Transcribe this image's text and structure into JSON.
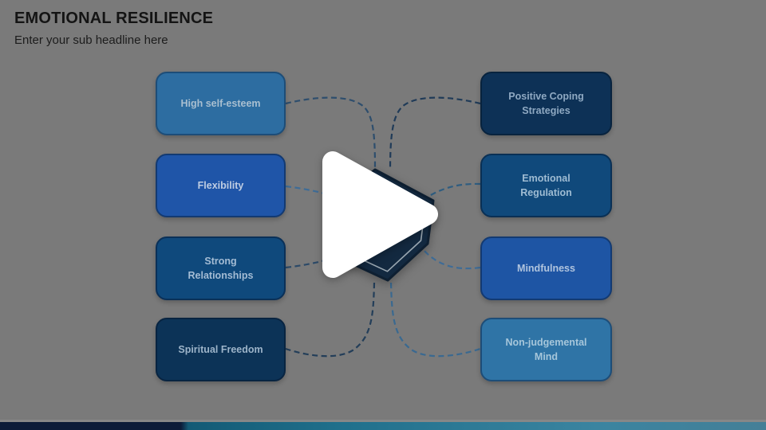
{
  "header": {
    "title": "EMOTIONAL RESILIENCE",
    "subtitle": "Enter your sub headline here"
  },
  "video": {
    "play_icon": "play-icon",
    "state": "paused",
    "overlay_dim": "#7a7a7a"
  },
  "diagram": {
    "left_items": [
      {
        "label": "High self-esteem",
        "fill": "#2d6da1",
        "border": "#1d4d78",
        "text_color": "#a9bfd0"
      },
      {
        "label": "Flexibility",
        "fill": "#1f55a8",
        "border": "#133a72",
        "text_color": "#bfcde2"
      },
      {
        "label": "Strong Relationships",
        "fill": "#0f497c",
        "border": "#0a3058",
        "text_color": "#a4bcd4"
      },
      {
        "label": "Spiritual Freedom",
        "fill": "#0c3357",
        "border": "#082441",
        "text_color": "#9db4c9"
      }
    ],
    "right_items": [
      {
        "label": "Positive Coping Strategies",
        "fill": "#0d3156",
        "border": "#08233e",
        "text_color": "#8fa9c2"
      },
      {
        "label": "Emotional Regulation",
        "fill": "#10497b",
        "border": "#0a3055",
        "text_color": "#9fbcd3"
      },
      {
        "label": "Mindfulness",
        "fill": "#1e55a4",
        "border": "#133a72",
        "text_color": "#b0c4de"
      },
      {
        "label": "Non-judgemental Mind",
        "fill": "#2f74a6",
        "border": "#1d4d78",
        "text_color": "#a6c6da"
      }
    ],
    "hexagon": {
      "fill": "#132940",
      "edge": "#0e1f31",
      "inner_stroke": "#9aa7b1"
    },
    "connectors": [
      {
        "from": "High self-esteem",
        "color": "#2e4e6d"
      },
      {
        "from": "Positive Coping Strategies",
        "color": "#203b58"
      },
      {
        "from": "Flexibility",
        "color": "#3f6c96"
      },
      {
        "from": "Emotional Regulation",
        "color": "#2f5d80"
      },
      {
        "from": "Strong Relationships",
        "color": "#2c4a68"
      },
      {
        "from": "Mindfulness",
        "color": "#3f6c96"
      },
      {
        "from": "Spiritual Freedom",
        "color": "#233e59"
      },
      {
        "from": "Non-judgemental Mind",
        "color": "#3a6990"
      }
    ]
  },
  "footer": {
    "bar_colors": [
      "#0c1b38",
      "#135a75",
      "#3b84a0",
      "#447f97"
    ]
  }
}
